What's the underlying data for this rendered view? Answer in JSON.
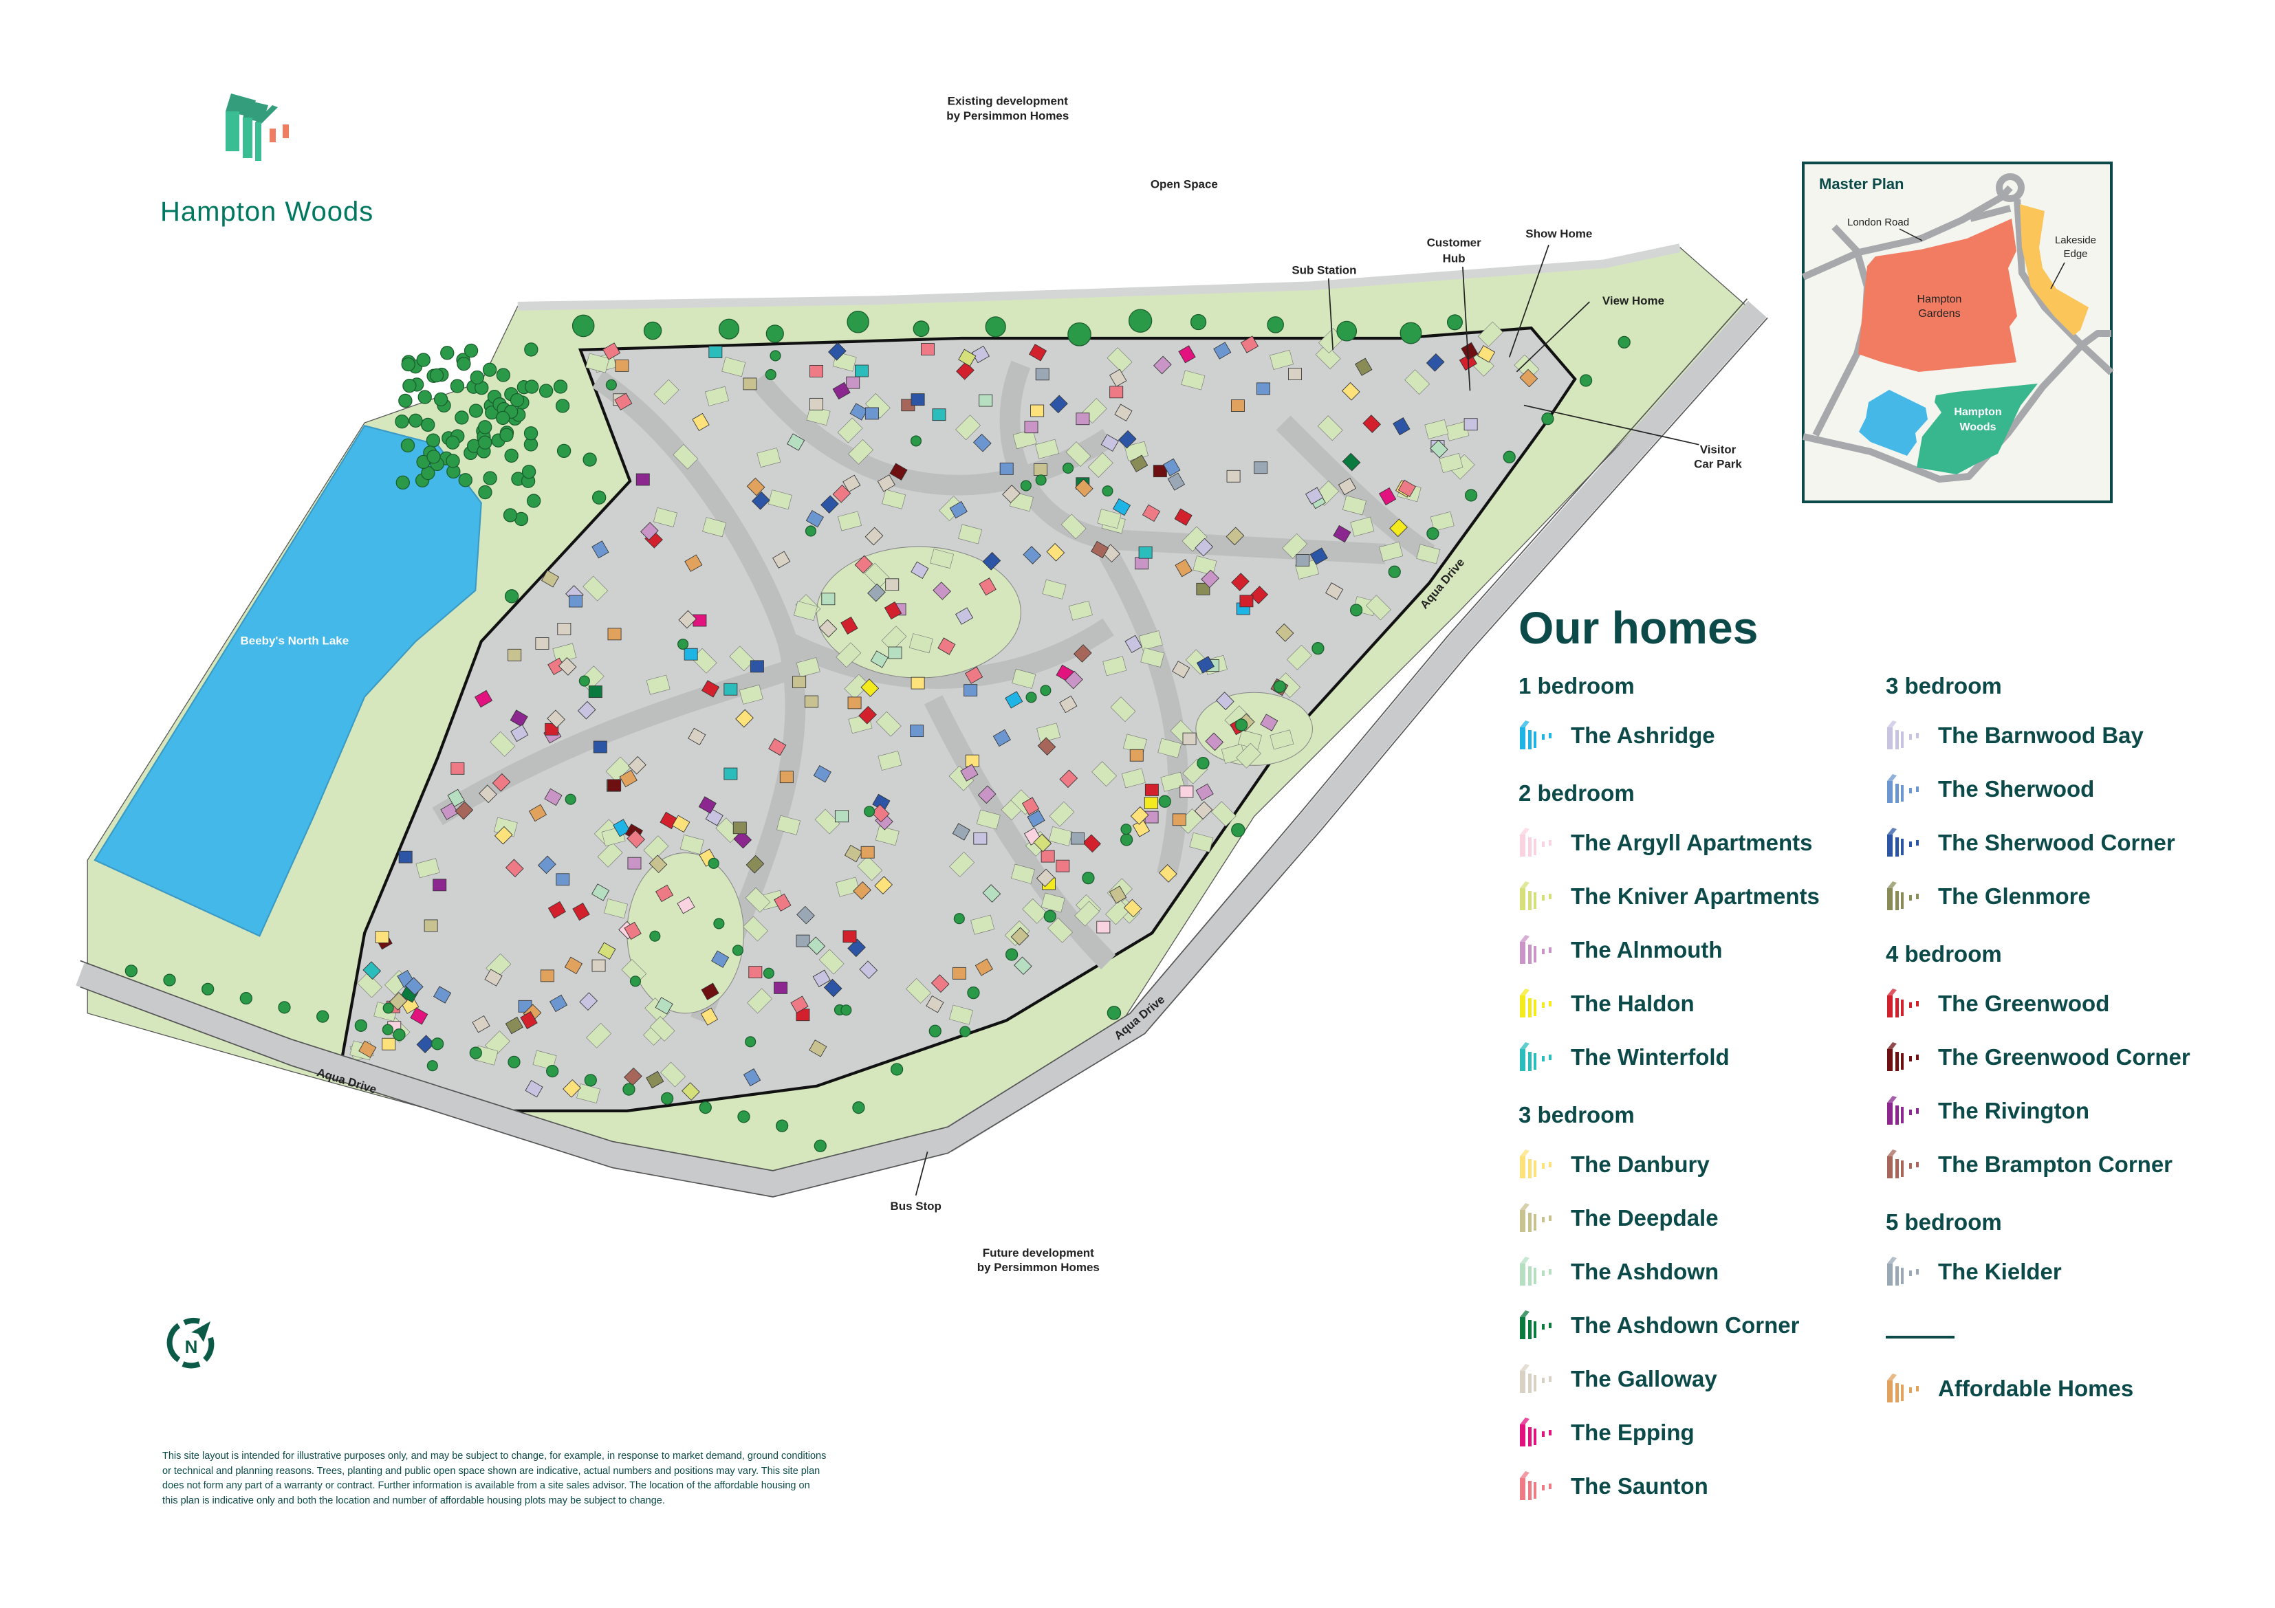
{
  "brand": {
    "name": "Hampton Woods",
    "logo_colors": [
      "#3bbd93",
      "#349d7c",
      "#ef7d62"
    ]
  },
  "map_labels": {
    "existing_dev": [
      "Existing development",
      "by Persimmon Homes"
    ],
    "open_space": "Open Space",
    "sub_station": "Sub Station",
    "customer_hub": [
      "Customer",
      "Hub"
    ],
    "show_home": "Show Home",
    "view_home": "View Home",
    "visitor_car_park": [
      "Visitor",
      "Car Park"
    ],
    "lake": "Beeby's North Lake",
    "aqua_drive": "Aqua Drive",
    "bus_stop": "Bus Stop",
    "future_dev": [
      "Future development",
      "by Persimmon Homes"
    ]
  },
  "master_plan": {
    "title": "Master Plan",
    "london_road": "London Road",
    "lakeside_edge": [
      "Lakeside",
      "Edge"
    ],
    "hampton_gardens": [
      "Hampton",
      "Gardens"
    ],
    "hampton_woods": [
      "Hampton",
      "Woods"
    ],
    "colors": {
      "gardens": "#f27c62",
      "lakeside": "#fcc55a",
      "woods": "#38b68d",
      "lake": "#45b8e8",
      "road": "#a7a8ab",
      "bg": "#f4f5ef",
      "border": "#0b4a48"
    }
  },
  "compass": {
    "label": "N"
  },
  "legend": {
    "title": "Our homes",
    "left": [
      {
        "heading": "1 bedroom"
      },
      {
        "name": "The Ashridge",
        "color": "#1fb4e6"
      },
      {
        "heading": "2 bedroom"
      },
      {
        "name": "The Argyll Apartments",
        "color": "#f9d3e0"
      },
      {
        "name": "The Kniver Apartments",
        "color": "#d6e07a"
      },
      {
        "name": "The Alnmouth",
        "color": "#c994c6"
      },
      {
        "name": "The Haldon",
        "color": "#f4eb1e"
      },
      {
        "name": "The Winterfold",
        "color": "#2bbcbc"
      },
      {
        "heading": "3 bedroom"
      },
      {
        "name": "The Danbury",
        "color": "#fde17a"
      },
      {
        "name": "The Deepdale",
        "color": "#c8c290"
      },
      {
        "name": "The Ashdown",
        "color": "#b5dfc0"
      },
      {
        "name": "The Ashdown Corner",
        "color": "#0a7a3e"
      },
      {
        "name": "The Galloway",
        "color": "#d9d2c4"
      },
      {
        "name": "The Epping",
        "color": "#e2127f"
      },
      {
        "name": "The Saunton",
        "color": "#ee7a86"
      }
    ],
    "right": [
      {
        "heading": "3 bedroom"
      },
      {
        "name": "The Barnwood Bay",
        "color": "#c9c3e2"
      },
      {
        "name": "The Sherwood",
        "color": "#6b96d0"
      },
      {
        "name": "The Sherwood Corner",
        "color": "#2c55a5"
      },
      {
        "name": "The Glenmore",
        "color": "#8a8c58"
      },
      {
        "heading": "4 bedroom"
      },
      {
        "name": "The Greenwood",
        "color": "#d2202d"
      },
      {
        "name": "The Greenwood Corner",
        "color": "#6e0f12"
      },
      {
        "name": "The Rivington",
        "color": "#8b278f"
      },
      {
        "name": "The Brampton Corner",
        "color": "#a7665a"
      },
      {
        "heading": "5 bedroom"
      },
      {
        "name": "The Kielder",
        "color": "#9aa8b6"
      },
      {
        "divider": true
      },
      {
        "name": "Affordable Homes",
        "color": "#e0a25c"
      }
    ]
  },
  "disclaimer": [
    "This site layout is intended for illustrative purposes only, and may be subject to change, for example, in response to market demand, ground conditions",
    "or technical and planning reasons. Trees, planting and public open space shown are indicative, actual numbers and positions may vary. This site plan",
    "does not form any part of a warranty or contract. Further information is available from a site sales advisor. The location of the affordable housing on",
    "this plan is indicative only and both the location and number of affordable housing plots may be subject to change."
  ]
}
